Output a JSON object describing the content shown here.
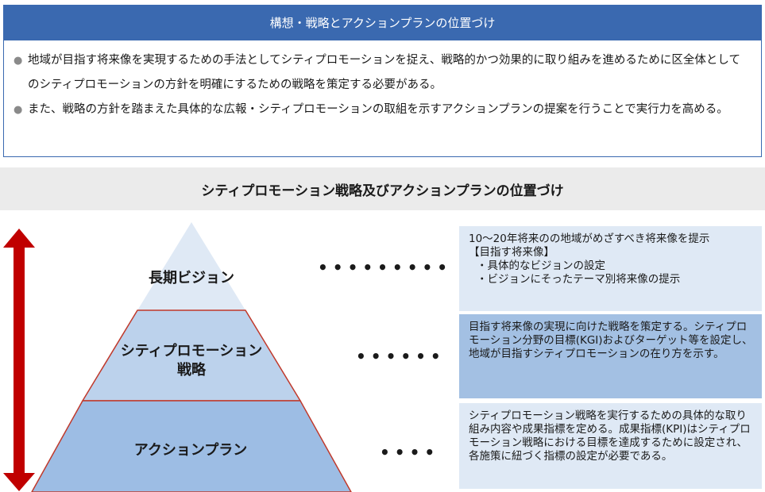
{
  "header": {
    "title": "構想・戦略とアクションプランの位置づけ"
  },
  "description": {
    "bullets": [
      "地域が目指す将来像を実現するための手法としてシティプロモーションを捉え、戦略的かつ効果的に取り組みを進めるために区全体としてのシティプロモーションの方針を明確にするための戦略を策定する必要がある。",
      "また、戦略の方針を踏まえた具体的な広報・シティプロモーションの取組を示すアクションプランの提案を行うことで実行力を高める。"
    ]
  },
  "section": {
    "title": "シティプロモーション戦略及びアクションプランの位置づけ"
  },
  "pyramid": {
    "levels": [
      {
        "label": "長期ビジョン",
        "color": "#dfe9f5"
      },
      {
        "label_line1": "シティプロモーション",
        "label_line2": "戦略",
        "color": "#bcd2ec"
      },
      {
        "label": "アクションプラン",
        "color": "#9dbde4"
      }
    ],
    "border_color": "#c0392b",
    "arrow_color": "#c00000"
  },
  "connectors": {
    "dots_1": "•••••••••",
    "dots_2": "••••••",
    "dots_3": "••••"
  },
  "info": {
    "box1": {
      "line1": "10～20年将来のの地域がめざすべき将来像を提示",
      "line2": "【目指す将来像】",
      "line3": "・具体的なビジョンの設定",
      "line4": "・ビジョンにそったテーマ別将来像の提示"
    },
    "box2": "目指す将来像の実現に向けた戦略を策定する。シティプロモーション分野の目標(KGI)およびターゲット等を設定し、地域が目指すシティプロモーションの在り方を示す。",
    "box3": "シティプロモーション戦略を実行するための具体的な取り組み内容や成果指標を定める。成果指標(KPI)はシティプロモーション戦略における目標を達成するために設定され、各施策に紐づく指標の設定が必要である。"
  }
}
